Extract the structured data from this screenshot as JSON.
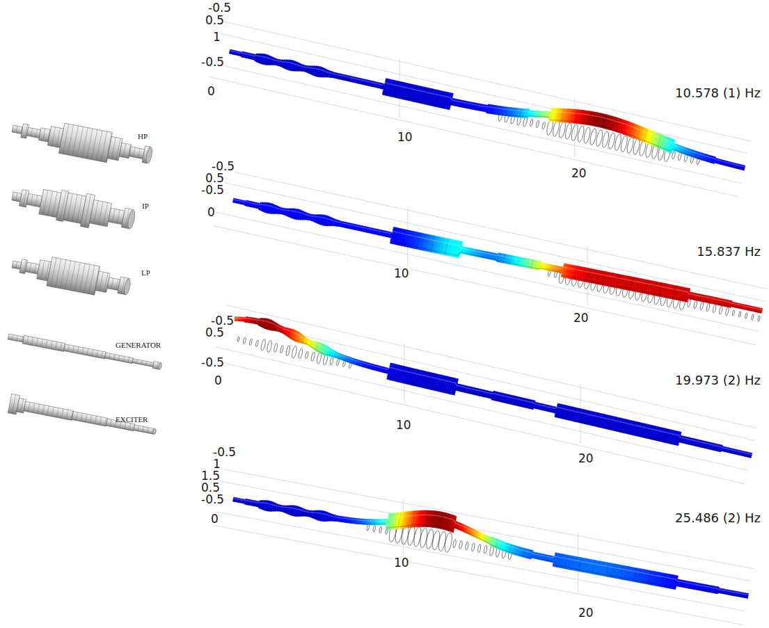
{
  "diagram": {
    "labels": [
      "HP",
      "IP",
      "LP",
      "GENERATOR",
      "EXCITER",
      "-0.5",
      "0.5",
      "1",
      "-0.5",
      "0",
      "10",
      "20",
      "10.578 (1) Hz",
      "-0.5",
      "0.5",
      "-0.5",
      "0",
      "10",
      "20",
      "15.837 Hz",
      "-0.5",
      "0.5",
      "-0.5",
      "0",
      "10",
      "20",
      "19.973 (2) Hz",
      "-0.5",
      "1",
      "1.5",
      "0.5",
      "-0.5",
      "0",
      "10",
      "20",
      "25.486 (2) Hz"
    ]
  }
}
